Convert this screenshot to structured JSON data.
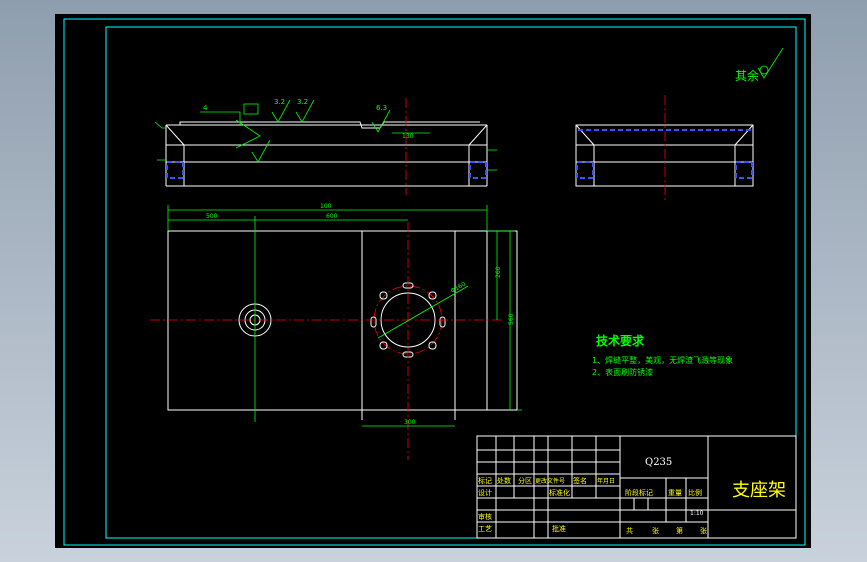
{
  "roughness": {
    "symbol_label": "其余"
  },
  "dimensions": {
    "dim_4": "4",
    "dim_32a": "3.2",
    "dim_32b": "3.2",
    "dim_63": "6.3",
    "dim_130": "130",
    "dim_top_total": "100",
    "dim_top_left": "500",
    "dim_top_mid": "600",
    "dim_hole_dia": "Φ160",
    "dim_right_upper": "260",
    "dim_right_total": "560",
    "dim_bottom": "300"
  },
  "tech_requirements": {
    "title": "技术要求",
    "line1": "1、焊缝平整，美观，无焊渣飞溅等现象",
    "line2": "2、表面刷防锈漆"
  },
  "title_block": {
    "material": "Q235",
    "part_name": "支座架",
    "scale": "1:10",
    "labels": {
      "biaoji": "标记",
      "chushu": "处数",
      "fenqu": "分区",
      "wenjianhao": "更改文件号",
      "qianming": "签名",
      "nianyueri": "年月日",
      "sheji": "设计",
      "biaozhunhua": "标准化",
      "shenhe": "审核",
      "gongyi": "工艺",
      "pizhun": "批准",
      "jieduan": "阶段标记",
      "zhongliang": "重量",
      "bili": "比例",
      "gong": "共",
      "zhang1": "张",
      "di": "第",
      "zhang2": "张"
    }
  }
}
